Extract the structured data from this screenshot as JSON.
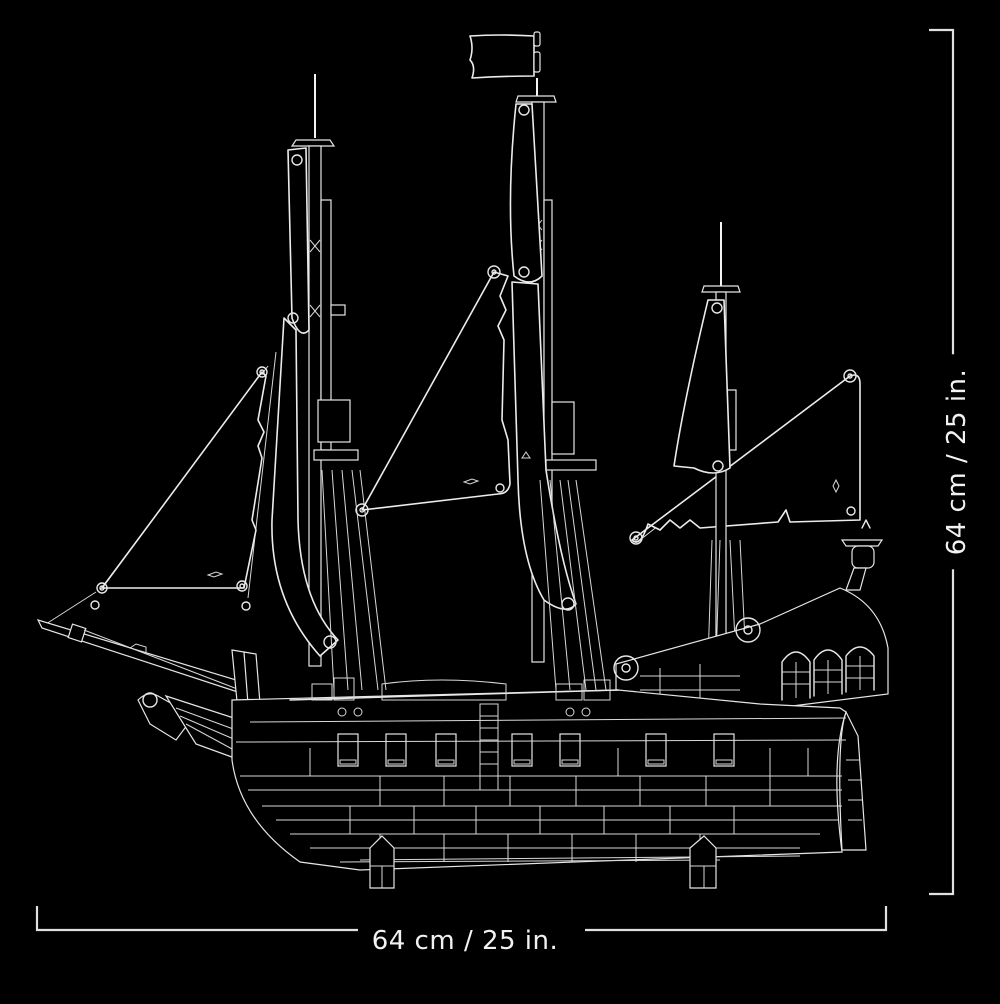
{
  "diagram": {
    "subject": "Pirate ship brick model, side-elevation line drawing",
    "colors": {
      "background": "#000000",
      "line": "#e8e8e8"
    },
    "dimensions": {
      "width_label": "64 cm / 25 in.",
      "height_label": "64 cm / 25 in."
    },
    "parts": {
      "masts": [
        "foremast",
        "mainmast",
        "mizzenmast"
      ],
      "flag": "pennant on mainmast top",
      "sails": [
        "fore-topsail",
        "fore-staysail",
        "main-topsail",
        "main-course",
        "mizzen-topsail",
        "mizzen-lateen"
      ],
      "hull": "planked hull with gun deck, stern castle with arched windows",
      "stands": 2,
      "figurehead": "bow figurehead below bowsprit",
      "lantern": "stern lantern"
    }
  }
}
